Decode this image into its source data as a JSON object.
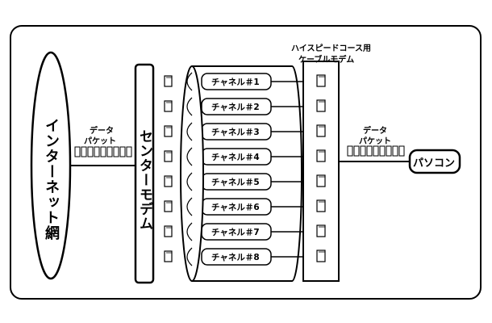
{
  "internet_label": "インターネット網",
  "center_modem_label": "センターモデム",
  "cable_modem_label_line1": "ハイスピードコース用",
  "cable_modem_label_line2": "ケーブルモデム",
  "pc_label": "パソコン",
  "left_data_label_line1": "データ",
  "left_data_label_line2": "パケット",
  "right_data_label_line1": "データ",
  "right_data_label_line2": "パケット",
  "channels": [
    "チャネル＃1",
    "チャネル＃2",
    "チャネル＃3",
    "チャネル＃4",
    "チャネル＃5",
    "チャネル＃6",
    "チャネル＃7",
    "チャネル＃8"
  ]
}
